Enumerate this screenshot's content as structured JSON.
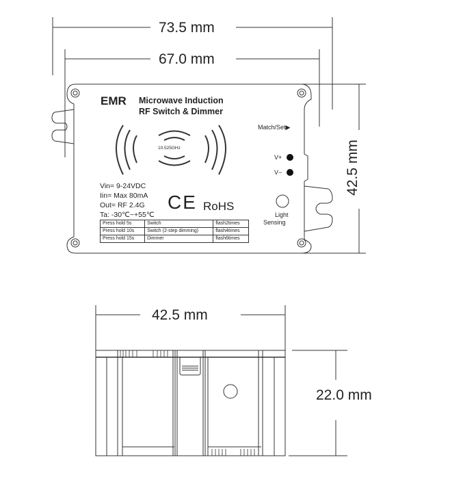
{
  "dimensions": {
    "overall_length": "73.5 mm",
    "mount_hole_spacing": "67.0 mm",
    "width_top_view": "42.5 mm",
    "width_side_view": "42.5 mm",
    "height_side_view": "22.0 mm"
  },
  "label": {
    "brand": "EMR",
    "title_line1": "Microwave Induction",
    "title_line2": "RF Switch & Dimmer",
    "frequency": "10.525GHz",
    "specs": [
      "Vin= 9-24VDC",
      "Iin= Max 80mA",
      "Out= RF 2.4G",
      "Ta: -30℃~+55℃"
    ],
    "ce_mark": "CE",
    "rohs": "RoHS",
    "modes_table": [
      [
        "Press hold 5s",
        "Switch",
        "flash2times"
      ],
      [
        "Press hold 10s",
        "Switch (2-step dimming)",
        "flash4times"
      ],
      [
        "Press hold 15s",
        "Dimmer",
        "flash6times"
      ]
    ]
  },
  "side_controls": {
    "match_set": "Match/Set▶",
    "v_plus": "V+",
    "v_minus": "V−",
    "light_sensing_line1": "Light",
    "light_sensing_line2": "Sensing"
  },
  "colors": {
    "line": "#333333",
    "text": "#222222",
    "background": "#ffffff"
  }
}
